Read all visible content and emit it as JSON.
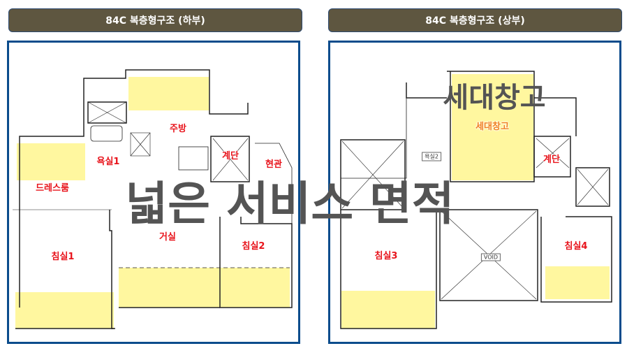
{
  "headers": {
    "lower": "84C 복층형구조 (하부)",
    "upper": "84C 복층형구조 (상부)"
  },
  "overlay": {
    "main": "넓은 서비스 면적",
    "storage": "세대창고"
  },
  "lower_rooms": {
    "kitchen": "주방",
    "bath1": "욕실1",
    "stairs": "계단",
    "dressroom": "드레스룸",
    "bed1": "침실1",
    "living": "거실",
    "bed2": "침실2",
    "entrance": "현관"
  },
  "upper_rooms": {
    "storage": "세대창고",
    "bath2": "욕실2",
    "stairs": "계단",
    "bed3": "침실3",
    "void": "VOID",
    "bed4": "침실4"
  },
  "colors": {
    "header": "#5e5640",
    "border": "#0b4c8c",
    "highlight": "#fff050",
    "label": "#e8141c",
    "overlay": "#545454"
  }
}
